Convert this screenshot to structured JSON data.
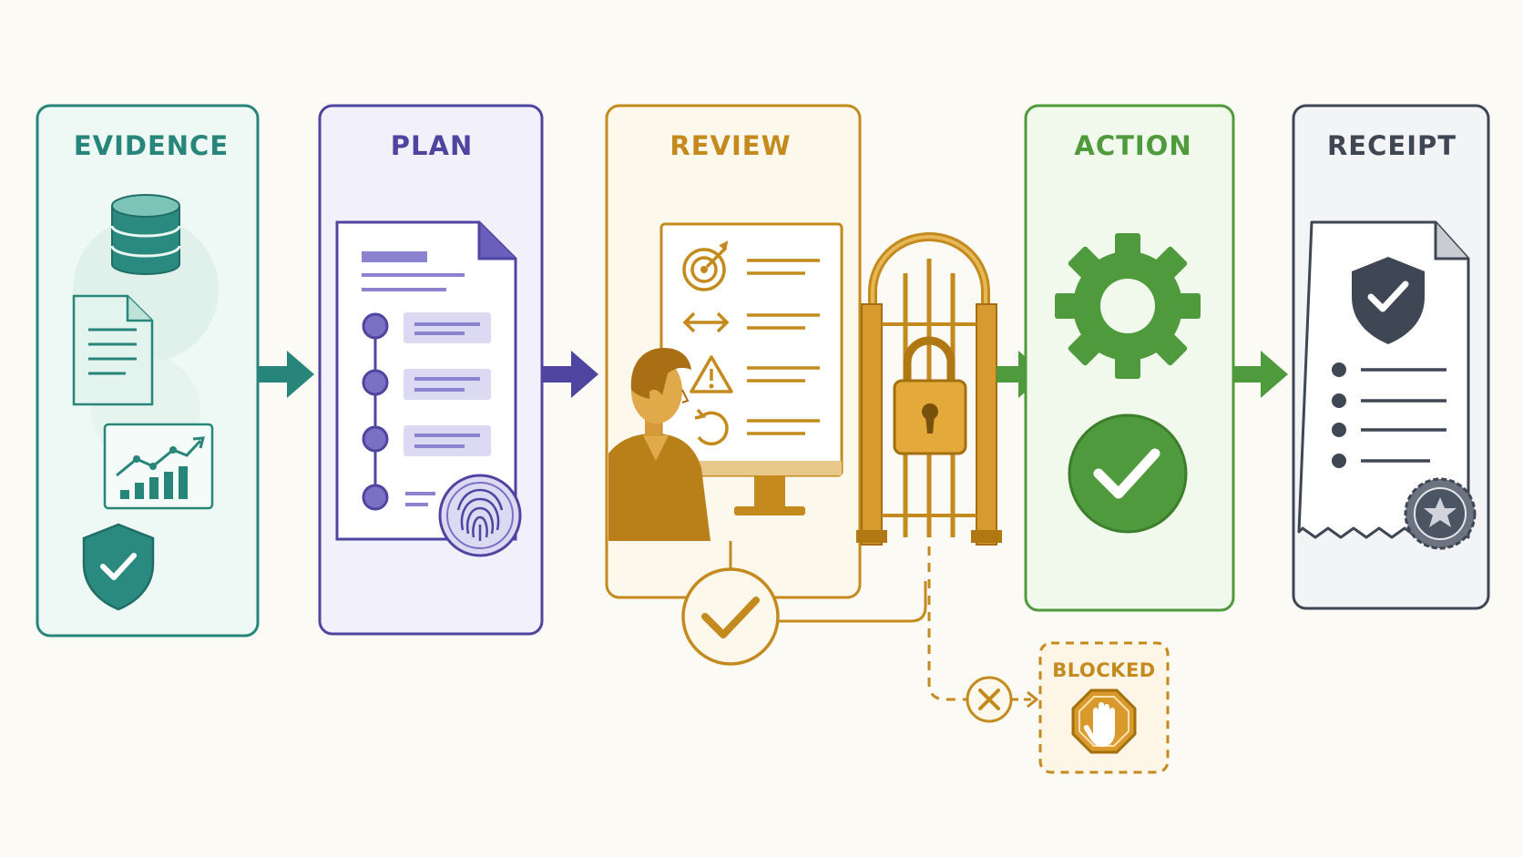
{
  "stages": {
    "evidence": {
      "title": "EVIDENCE",
      "color": "#27857a",
      "bg": "#eef8f4"
    },
    "plan": {
      "title": "PLAN",
      "color": "#4f45a0",
      "bg": "#f2f1fb"
    },
    "review": {
      "title": "REVIEW",
      "color": "#c48a1e",
      "bg": "#fdf8ec"
    },
    "action": {
      "title": "ACTION",
      "color": "#4e9a3c",
      "bg": "#f1f8ec"
    },
    "receipt": {
      "title": "RECEIPT",
      "color": "#3f4754",
      "bg": "#f3f4f5"
    }
  },
  "blocked": {
    "title": "BLOCKED",
    "color": "#c48a1e"
  },
  "icons": {
    "evidence": [
      "database-icon",
      "document-icon",
      "bar-chart-icon",
      "shield-check-icon"
    ],
    "plan": [
      "plan-document-icon",
      "fingerprint-icon"
    ],
    "review": [
      "reviewer-person-icon",
      "monitor-icon",
      "target-icon",
      "swap-arrows-icon",
      "warning-icon",
      "undo-icon",
      "approved-check-icon"
    ],
    "gate": [
      "gate-icon",
      "padlock-icon"
    ],
    "action": [
      "gear-icon",
      "success-check-icon"
    ],
    "receipt": [
      "receipt-document-icon",
      "shield-check-icon",
      "seal-star-icon"
    ],
    "blocked": [
      "reject-x-icon",
      "stop-hand-icon"
    ]
  }
}
